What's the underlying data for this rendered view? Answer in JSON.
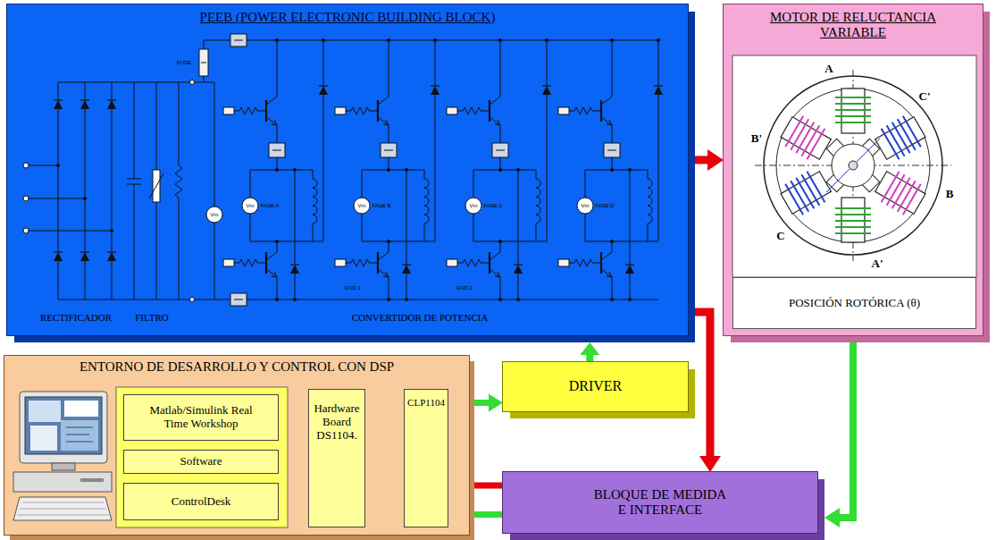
{
  "diagram": {
    "nodes": [
      {
        "text": [
          "PEEB (POWER ELECTRONIC BUILDING BLOCK)"
        ]
      },
      {
        "text": [
          "MOTOR DE RELUCTANCIA VARIABLE"
        ]
      },
      {
        "text": [
          "POSICIÓN ROTÓRICA (θ)"
        ],
        "in": 1
      },
      {
        "text": [
          "ENTORNO DE DESARROLLO Y CONTROL CON DSP"
        ]
      },
      {
        "text": [
          "Matlab/Simulink Real Time Workshop"
        ],
        "in": 3
      },
      {
        "text": [
          "Software"
        ],
        "in": 3
      },
      {
        "text": [
          "ControlDesk"
        ],
        "in": 3
      },
      {
        "text": [
          "Hardware Board DS1104."
        ],
        "in": 3
      },
      {
        "text": [
          "CLP1104"
        ],
        "in": 3
      },
      {
        "text": [
          "DRIVER"
        ]
      },
      {
        "text": [
          "BLOQUE DE MEDIDA E INTERFACE"
        ]
      }
    ],
    "edges": [
      {
        "from": 0,
        "to": 1,
        "arrow": "to"
      },
      {
        "from": 0,
        "to": 10,
        "arrow": "to"
      },
      {
        "from": 1,
        "to": 10,
        "arrow": "to"
      },
      {
        "from": 9,
        "to": 0,
        "arrow": "to"
      },
      {
        "from": 8,
        "to": 9,
        "arrow": "to"
      },
      {
        "from": 10,
        "to": 8,
        "arrow": "to"
      },
      {
        "from": 10,
        "to": 8,
        "arrow": "to"
      },
      {
        "from": 6,
        "to": 7,
        "arrow": "both"
      },
      {
        "from": 7,
        "to": 8,
        "arrow": "none"
      }
    ],
    "labels": [
      "RECTIFICADOR",
      "FILTRO",
      "CONVERTIDOR DE POTENCIA",
      "FUSE",
      "Vm",
      "Vm",
      "Vm",
      "Vm",
      "Vm",
      "FASE A",
      "FASE B",
      "FASE C",
      "FASE D",
      "GND 1",
      "GND 2",
      "A",
      "A'",
      "B",
      "B'",
      "C",
      "C'"
    ]
  }
}
